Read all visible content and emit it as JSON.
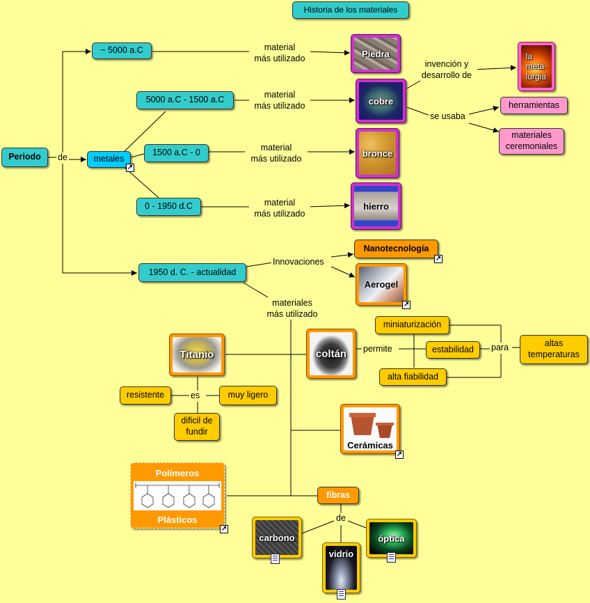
{
  "title": "Historia de los materiales",
  "nodes": {
    "periodo": "Periodo",
    "metales": "metales",
    "p1": "~ 5000 a.C",
    "p2": "5000 a.C - 1500 a.C",
    "p3": "1500 a.C - 0",
    "p4": "0 - 1950 d.C",
    "p5": "1950 d. C. - actualidad",
    "herramientas": "herramientas",
    "ceremoniales": [
      "materiales",
      "ceremoniales"
    ],
    "nanotecnologia": "Nanotecnología",
    "miniaturizacion": "miniaturización",
    "estabilidad": "estabilidad",
    "alta_fiabilidad": "alta fiabilidad",
    "altas_temperaturas": [
      "altas",
      "temperaturas"
    ],
    "resistente": "resistente",
    "muy_ligero": "muy ligero",
    "dificil": [
      "dificil de",
      "fundir"
    ],
    "fibras": "fibras"
  },
  "images": {
    "piedra": "Piedra",
    "metalurgia": [
      "la",
      "meta-",
      "lurgia"
    ],
    "cobre": "cobre",
    "bronce": "bronce",
    "hierro": "hierro",
    "aerogel": "Aerogel",
    "titanio": "Titanio",
    "coltan": "coltán",
    "ceramicas": "Cerámicas",
    "polimeros": "Polímeros",
    "plasticos": "Plásticos",
    "carbono": "carbono",
    "vidrio": "vidrio",
    "optica": "óptica"
  },
  "links": {
    "de": "de",
    "material1": [
      "material",
      "más utilizado"
    ],
    "material2": [
      "material",
      "más utilizado"
    ],
    "material3": [
      "material",
      "más utilizado"
    ],
    "material4": [
      "material",
      "más utilizado"
    ],
    "invencion": [
      "invención y",
      "desarrollo de"
    ],
    "se_usaba": "se usaba",
    "innovaciones": "Innovaciones",
    "materiales_mas": [
      "materiales",
      "más utilizado"
    ],
    "permite": "permite",
    "para": "para",
    "es": "es",
    "de_fibras": "de"
  },
  "colors": {
    "background": "#ffff99",
    "teal": "#33cccc",
    "cyan": "#00ccff",
    "pink": "#ff99cc",
    "gold": "#ffcc00",
    "orange": "#ff9900",
    "magenta": "#cc33cc"
  },
  "icons": {
    "shortcut": "shortcut-arrow-icon",
    "document": "document-icon"
  }
}
